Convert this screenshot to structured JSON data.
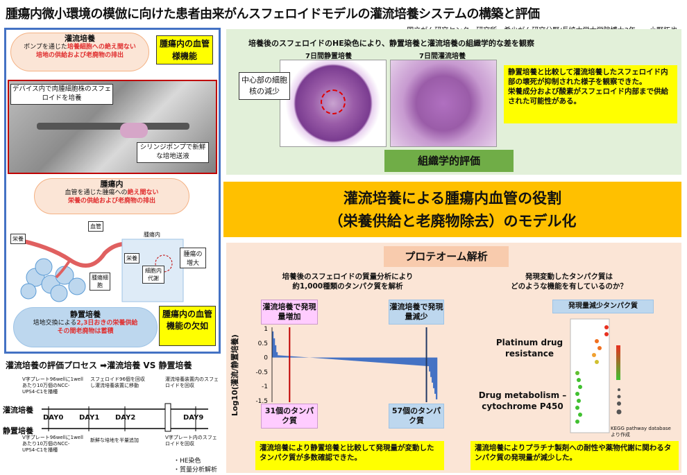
{
  "title": "腫瘍内微小環境の模倣に向けた患者由来がんスフェロイドモデルの灌流培養システムの構築と評価",
  "author": "国立がん研究センター研究所　希少がん研究分野/長崎大学大学院博士3年　　小野拓也",
  "left": {
    "perfusion_heading": "灌流培養",
    "perfusion_line1a": "ポンプを通じた",
    "perfusion_line1b": "培養細胞への絶え間ない",
    "perfusion_line2": "培地の供給および老廃物の排出",
    "tumor_vascular_label": "腫瘍内の血管様機能",
    "device_callout": "デバイス内で肉腫細胞株のスフェロイドを培養",
    "syringe_callout": "シリンジポンプで新鮮な培地送液",
    "tumor_heading": "腫瘍内",
    "tumor_line1a": "血管を通じた腫瘍への",
    "tumor_line1b": "絶え間ない",
    "tumor_line2": "栄養の供給および老廃物の排出",
    "diagram_labels": {
      "nutrition": "栄養",
      "vessel": "血管",
      "tumor_inner": "腫瘍内",
      "nutrition2": "栄養",
      "intracellular": "細胞内代謝",
      "tumor_cell": "腫瘍細胞",
      "growth": "腫瘍の増大"
    },
    "static_heading": "静置培養",
    "static_line1a": "培地交換による",
    "static_line1b": "2,3日おきの栄養供給",
    "static_line2": "その間老廃物は蓄積",
    "static_lack_label": "腫瘍内の血管機能の欠如"
  },
  "process": {
    "heading": "灌流培養の評価プロセス ➡灌流培養 VS 静置培養",
    "note_top1": "V字プレート96wellに1wellあたり10万個のNCC-UPS4-C1を播種",
    "note_top2": "スフェロイド96個を回収し灌流培養装置に移動",
    "note_top3": "灌流培養装置内のスフェロイドを回収",
    "row_perfusion": "灌流培養",
    "row_static": "静置培養",
    "days": [
      "DAY0",
      "DAY1",
      "DAY2",
      "DAY9"
    ],
    "note_bottom1": "V字プレート96wellに1wellあたり10万個のNCC-UPS4-C1を播種",
    "note_bottom2": "新鮮な培地を半量追加",
    "note_bottom3": "V字プレート内のスフェロイドを回収",
    "out1": "・HE染色",
    "out2": "・質量分析解析"
  },
  "histology": {
    "heading": "培養後のスフェロイドのHE染色により、静置培養と灌流培養の組織学的な差を観察",
    "label_static": "7日間静置培養",
    "label_perfusion": "7日間灌流培養",
    "center_callout": "中心部の細胞核の減少",
    "finding1": "静置培養と比較して灌流培養したスフェロイド内部の壊死が抑制された様子を観察できた。",
    "finding2": "栄養成分および酸素がスフェロイド内部まで供給された可能性がある。",
    "tag": "組織学的評価"
  },
  "center": {
    "line1": "灌流培養による腫瘍内血管の役割",
    "line2": "（栄養供給と老廃物除去）のモデル化"
  },
  "proteome": {
    "tag": "プロテオーム解析",
    "left_heading1": "培養後のスフェロイドの質量分析により",
    "left_heading2": "約1,000種類のタンパク質を解析",
    "increase_box": "灌流培養で発現量増加",
    "decrease_box": "灌流培養で発現量減少",
    "ylabel": "Log10(灌流/静置培養)",
    "count_up": "31個のタンパク質",
    "count_down": "57個のタンパク質",
    "left_conclusion": "灌流培養により静置培養と比較して発現量が変動したタンパク質が多数確認できた。",
    "right_heading1": "発現変動したタンパク質は",
    "right_heading2": "どのような機能を有しているのか？",
    "decreased_tag": "発現量減少タンパク質",
    "pathway1": "Platinum drug resistance",
    "pathway2": "Drug metabolism – cytochrome P450",
    "kegg_note": "KEGG pathway databaseより作成",
    "right_conclusion": "灌流培養によりプラチナ製剤への耐性や薬物代謝に関わるタンパク質の発現量が減少した。"
  },
  "chart_data": {
    "type": "bar",
    "ylabel": "Log10(灌流/静置培養)",
    "ylim": [
      -1.5,
      1
    ],
    "yticks": [
      1,
      0.5,
      0,
      -0.5,
      -1,
      -1.5
    ],
    "n_proteins": 1000,
    "increase_count": 31,
    "decrease_count": 57,
    "description_values": {
      "max": 0.95,
      "min": -1.45
    },
    "colors": {
      "bar": "#4472c4",
      "up_line": "#c00000",
      "down_line": "#203864"
    }
  },
  "colors": {
    "blue_frame": "#4472c4",
    "green": "#70ad47",
    "orange": "#ffc000",
    "peach": "#fbe5d6",
    "yellow": "#ffff00"
  }
}
